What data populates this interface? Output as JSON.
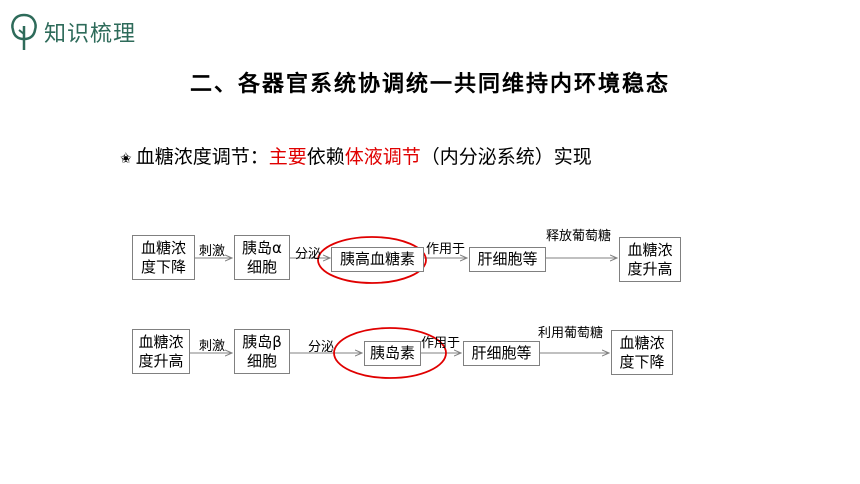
{
  "header": {
    "title": "知识梳理",
    "icon": "tree-icon"
  },
  "section_title": "二、各器官系统协调统一共同维持内环境稳态",
  "point": {
    "star": "✬",
    "prefix": "血糖浓度调节：",
    "main": "主要",
    "mid": "依赖",
    "fluid": "体液调节",
    "suffix": "（内分泌系统）实现"
  },
  "colors": {
    "header_green": "#2e6b5a",
    "highlight_red": "#e00000"
  },
  "flow1": {
    "start_line1": "血糖浓",
    "start_line2": "度下降",
    "stim": "刺激",
    "cell_line1": "胰岛α",
    "cell_line2": "细胞",
    "secrete": "分泌",
    "hormone": "胰高血糖素",
    "act": "作用于",
    "target": "肝细胞等",
    "effect": "释放葡萄糖",
    "end_line1": "血糖浓",
    "end_line2": "度升高"
  },
  "flow2": {
    "start_line1": "血糖浓",
    "start_line2": "度升高",
    "stim": "刺激",
    "cell_line1": "胰岛β",
    "cell_line2": "细胞",
    "secrete": "分泌",
    "hormone": "胰岛素",
    "act": "作用于",
    "target": "肝细胞等",
    "effect": "利用葡萄糖",
    "end_line1": "血糖浓",
    "end_line2": "度下降"
  }
}
